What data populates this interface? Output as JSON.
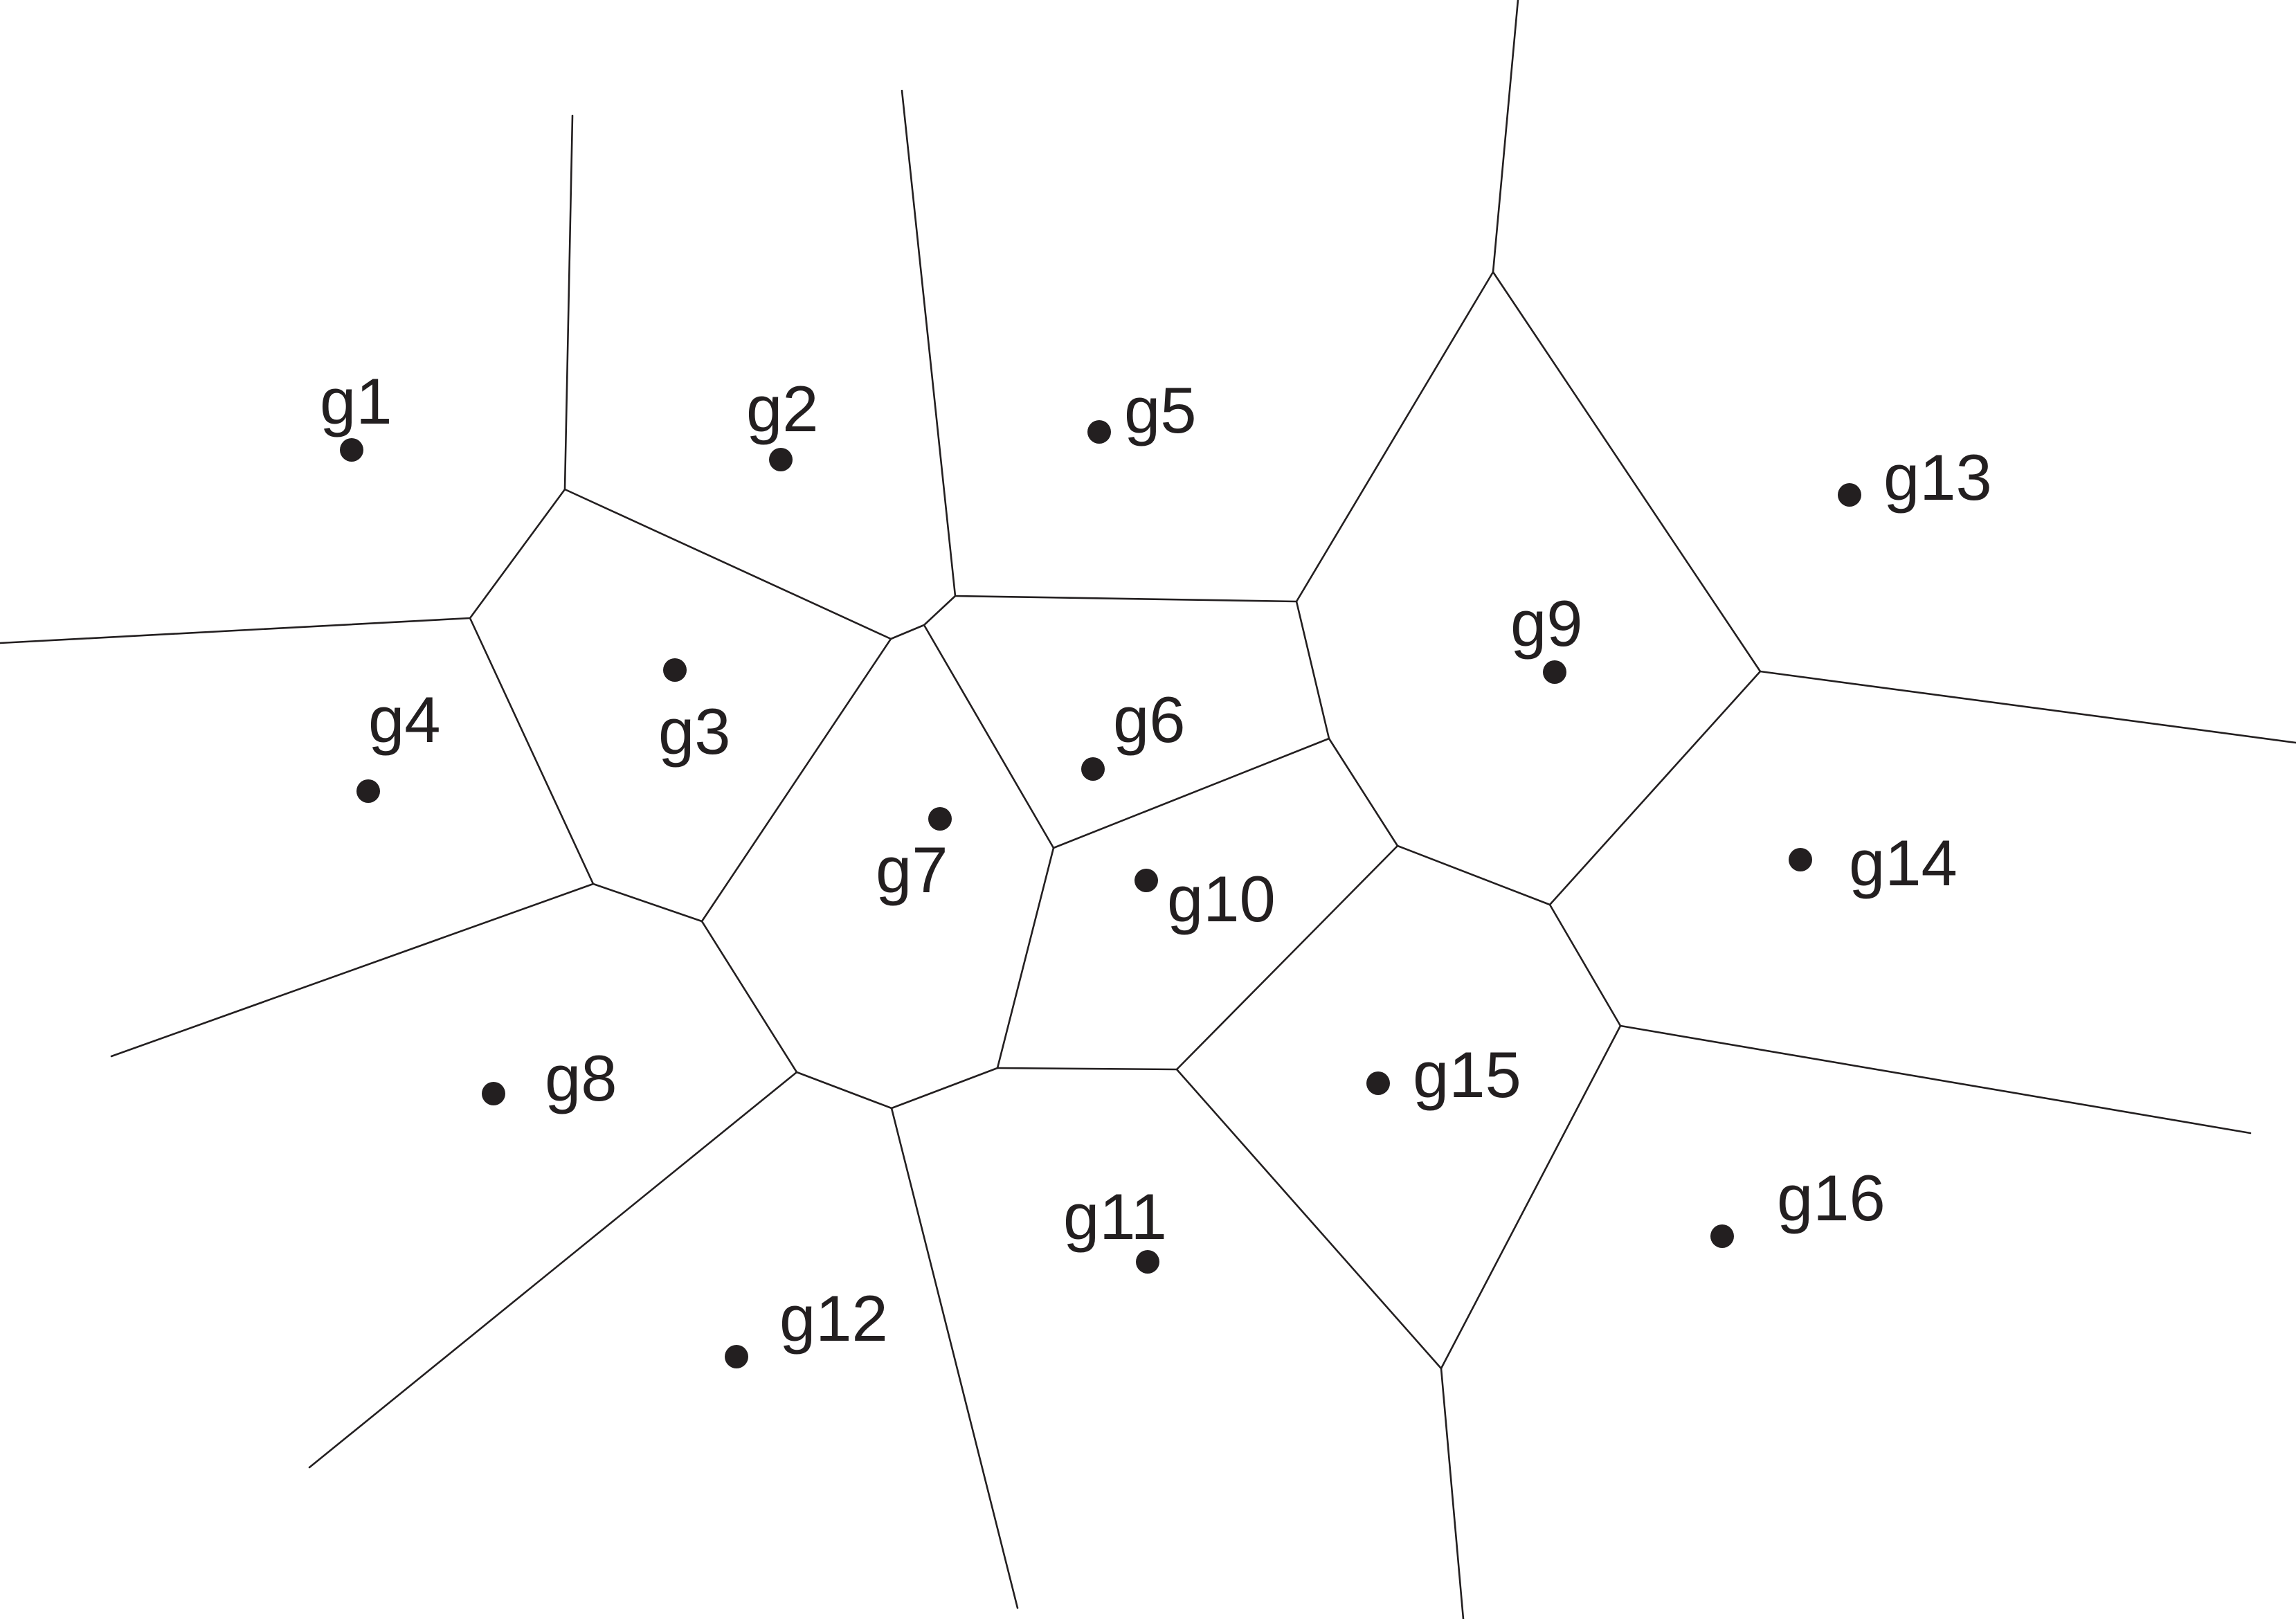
{
  "diagram": {
    "type": "voronoi",
    "colors": {
      "background": "#ffffff",
      "ink": "#231f20"
    },
    "sites": [
      {
        "id": "g1",
        "label": "g1"
      },
      {
        "id": "g2",
        "label": "g2"
      },
      {
        "id": "g3",
        "label": "g3"
      },
      {
        "id": "g4",
        "label": "g4"
      },
      {
        "id": "g5",
        "label": "g5"
      },
      {
        "id": "g6",
        "label": "g6"
      },
      {
        "id": "g7",
        "label": "g7"
      },
      {
        "id": "g8",
        "label": "g8"
      },
      {
        "id": "g9",
        "label": "g9"
      },
      {
        "id": "g10",
        "label": "g10"
      },
      {
        "id": "g11",
        "label": "g11"
      },
      {
        "id": "g12",
        "label": "g12"
      },
      {
        "id": "g13",
        "label": "g13"
      },
      {
        "id": "g14",
        "label": "g14"
      },
      {
        "id": "g15",
        "label": "g15"
      },
      {
        "id": "g16",
        "label": "g16"
      }
    ]
  }
}
